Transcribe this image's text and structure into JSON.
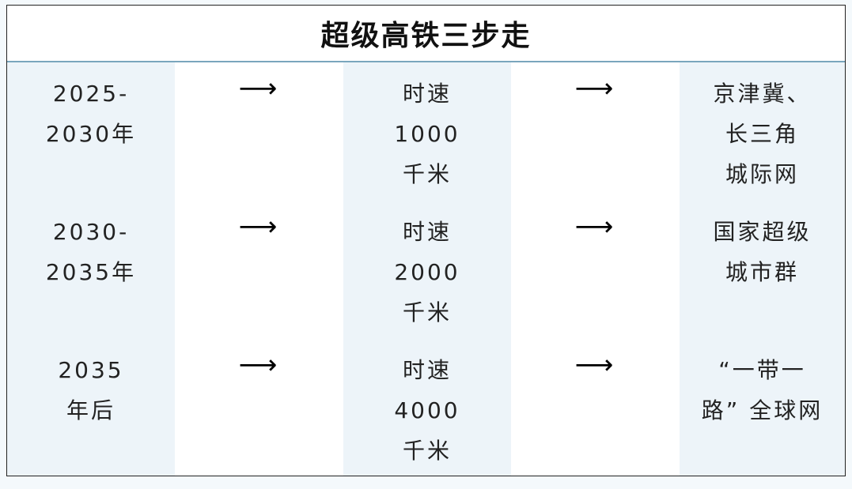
{
  "title": "超级高铁三步走",
  "rows": [
    {
      "period": "2025-\n2030年",
      "speed": "时速\n1000\n千米",
      "goal": "京津冀、\n长三角\n城际网"
    },
    {
      "period": "2030-\n2035年",
      "speed": "时速\n2000\n千米",
      "goal": "国家超级\n城市群"
    },
    {
      "period": "2035\n年后",
      "speed": "时速\n4000\n千米",
      "goal": "“一带一\n路” 全球网"
    }
  ],
  "arrow": "⟶"
}
